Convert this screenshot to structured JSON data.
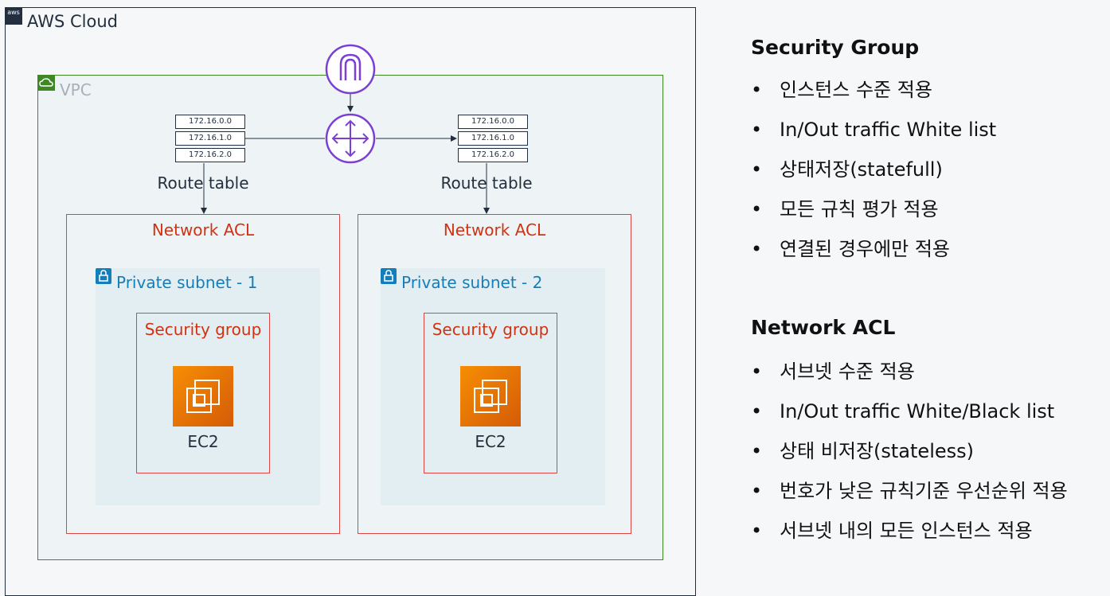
{
  "diagram": {
    "aws_cloud_label": "AWS Cloud",
    "aws_logo_text": "aws",
    "vpc_label": "VPC",
    "route_tables": [
      {
        "label": "Route table",
        "rows": [
          "172.16.0.0",
          "172.16.1.0",
          "172.16.2.0"
        ]
      },
      {
        "label": "Route table",
        "rows": [
          "172.16.0.0",
          "172.16.1.0",
          "172.16.2.0"
        ]
      }
    ],
    "acls": [
      {
        "label": "Network ACL",
        "subnet_label": "Private subnet - 1",
        "sg_label": "Security group",
        "instance_label": "EC2"
      },
      {
        "label": "Network ACL",
        "subnet_label": "Private subnet - 2",
        "sg_label": "Security group",
        "instance_label": "EC2"
      }
    ],
    "icons": {
      "internet_gateway": "internet-gateway-icon",
      "router": "router-icon",
      "ec2": "ec2-instance-icon",
      "lock": "lock-icon",
      "vpc_cloud": "cloud-icon"
    },
    "colors": {
      "vpc_border": "#3f8624",
      "acl_border": "#dd4444",
      "subnet_text": "#147eba",
      "gateway": "#7b3fd4",
      "ec2": "#f78e04"
    }
  },
  "notes": {
    "sections": [
      {
        "title": "Security Group",
        "items": [
          "인스턴스 수준 적용",
          "In/Out traffic White list",
          "상태저장(statefull)",
          "모든 규칙 평가 적용",
          "연결된 경우에만 적용"
        ]
      },
      {
        "title": "Network ACL",
        "items": [
          "서브넷 수준 적용",
          "In/Out traffic White/Black list",
          "상태 비저장(stateless)",
          "번호가 낮은 규칙기준 우선순위 적용",
          "서브넷 내의 모든 인스턴스 적용"
        ]
      }
    ],
    "bullet_char": "•"
  }
}
